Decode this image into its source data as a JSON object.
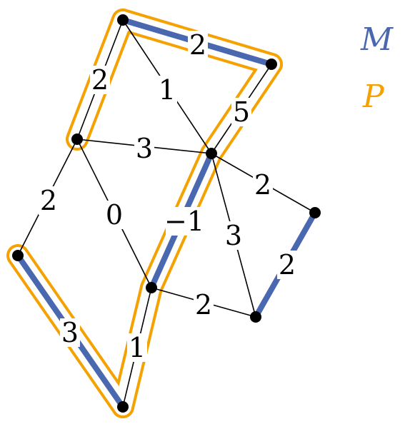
{
  "colors": {
    "matching": "#4a68b0",
    "path": "#f5a100",
    "vertex": "#000000",
    "edge": "#000000",
    "background": "#ffffff"
  },
  "legend": {
    "matching_label": "M",
    "path_label": "P"
  },
  "vertices": [
    "a",
    "b",
    "c",
    "d",
    "e",
    "f",
    "g",
    "h",
    "i"
  ],
  "edges": [
    {
      "id": "a-b",
      "from": "a",
      "to": "b",
      "label": "2",
      "matching": true,
      "path": true
    },
    {
      "id": "a-c",
      "from": "a",
      "to": "c",
      "label": "2",
      "matching": false,
      "path": true
    },
    {
      "id": "a-e",
      "from": "a",
      "to": "e",
      "label": "1",
      "matching": false,
      "path": false
    },
    {
      "id": "b-e",
      "from": "b",
      "to": "e",
      "label": "5",
      "matching": false,
      "path": true
    },
    {
      "id": "c-e",
      "from": "c",
      "to": "e",
      "label": "3",
      "matching": false,
      "path": false
    },
    {
      "id": "c-d",
      "from": "c",
      "to": "d",
      "label": "2",
      "matching": false,
      "path": false
    },
    {
      "id": "c-g",
      "from": "c",
      "to": "g",
      "label": "0",
      "matching": false,
      "path": false
    },
    {
      "id": "e-g",
      "from": "e",
      "to": "g",
      "label": "−1",
      "matching": true,
      "path": true
    },
    {
      "id": "e-f",
      "from": "e",
      "to": "f",
      "label": "2",
      "matching": false,
      "path": false
    },
    {
      "id": "e-h",
      "from": "e",
      "to": "h",
      "label": "3",
      "matching": false,
      "path": false
    },
    {
      "id": "f-h",
      "from": "f",
      "to": "h",
      "label": "2",
      "matching": true,
      "path": false
    },
    {
      "id": "g-h",
      "from": "g",
      "to": "h",
      "label": "2",
      "matching": false,
      "path": false
    },
    {
      "id": "g-i",
      "from": "g",
      "to": "i",
      "label": "1",
      "matching": false,
      "path": true
    },
    {
      "id": "d-i",
      "from": "d",
      "to": "i",
      "label": "3",
      "matching": true,
      "path": true
    }
  ]
}
